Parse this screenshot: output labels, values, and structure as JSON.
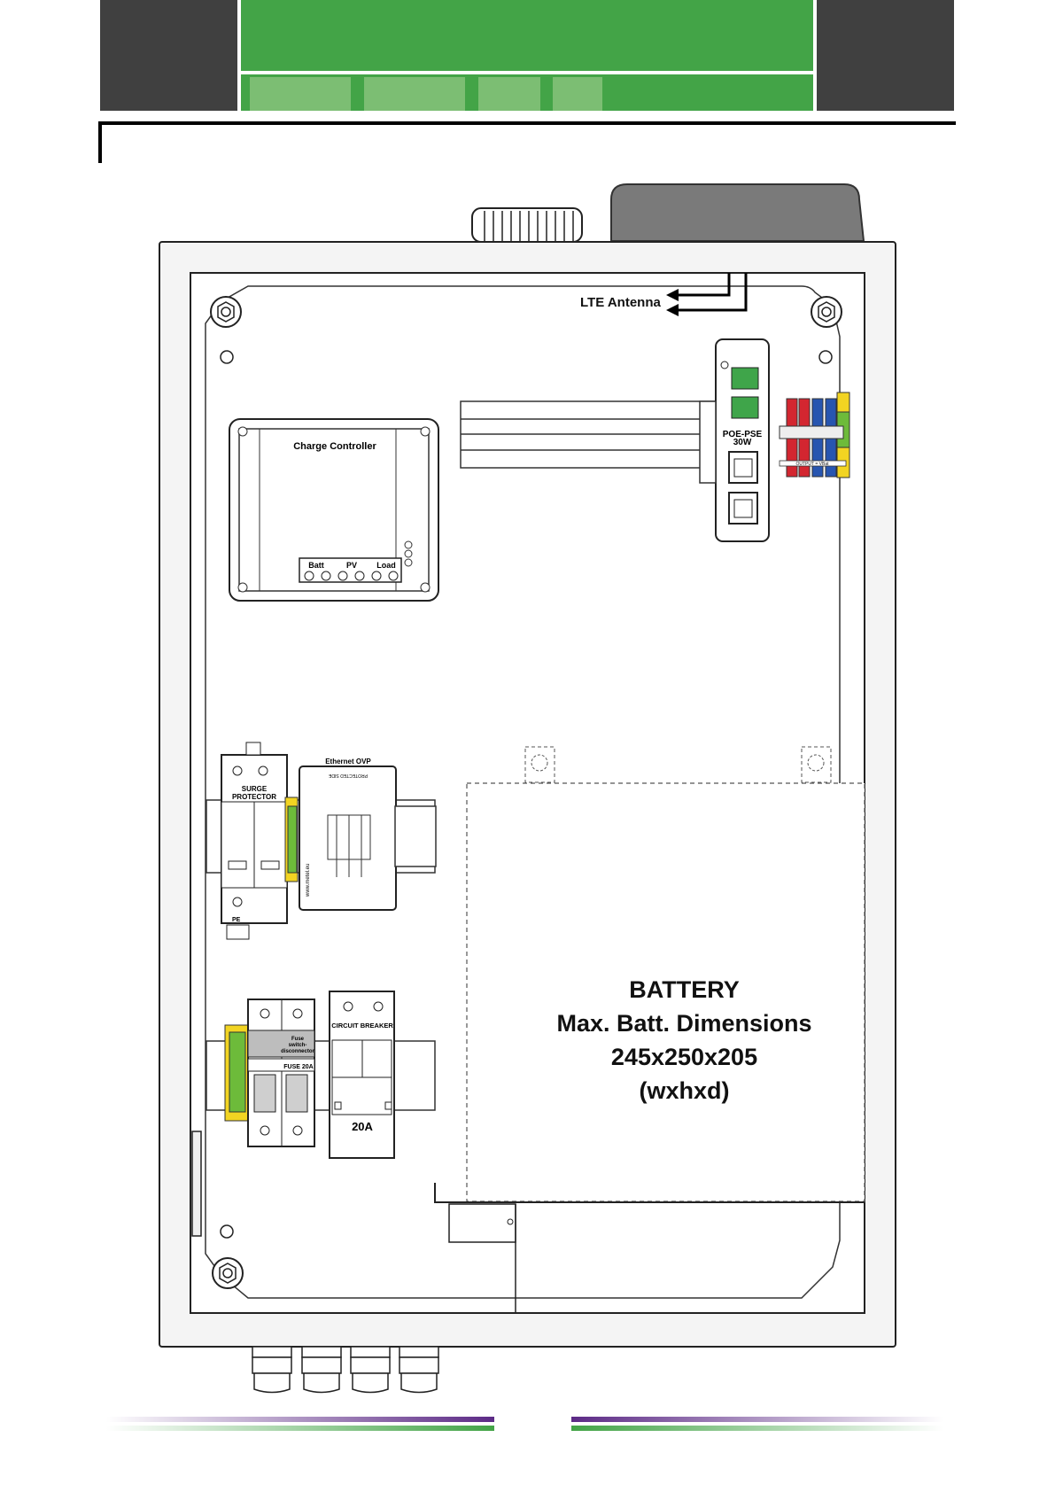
{
  "colors": {
    "header_dark": "#404040",
    "header_green": "#43a447",
    "header_green_light": "#7cbe73",
    "accent_purple": "#5c2a86",
    "accent_green": "#43a447"
  },
  "labels": {
    "lte_antenna": "LTE Antenna",
    "charge_controller": "Charge Controller",
    "batt": "Batt",
    "pv": "PV",
    "load": "Load",
    "poe_pse": "POE-PSE",
    "poe_watts": "30W",
    "output_vbat": "OUTPUT = VBat",
    "surge_protector_line1": "SURGE",
    "surge_protector_line2": "PROTECTOR",
    "pe": "PE",
    "ethernet_ovp": "Ethernet OVP",
    "protected_side": "PROTECTED SIDE",
    "website": "www.metel.eu",
    "fuse_switch_line1": "Fuse",
    "fuse_switch_line2": "switch-",
    "fuse_switch_line3": "disconnector",
    "fuse_rating": "FUSE 20A",
    "circuit_breaker": "CIRCUIT BREAKER",
    "breaker_rating": "20A",
    "battery_line1": "BATTERY",
    "battery_line2": "Max. Batt. Dimensions",
    "battery_line3": "245x250x205",
    "battery_line4": "(wxhxd)"
  }
}
